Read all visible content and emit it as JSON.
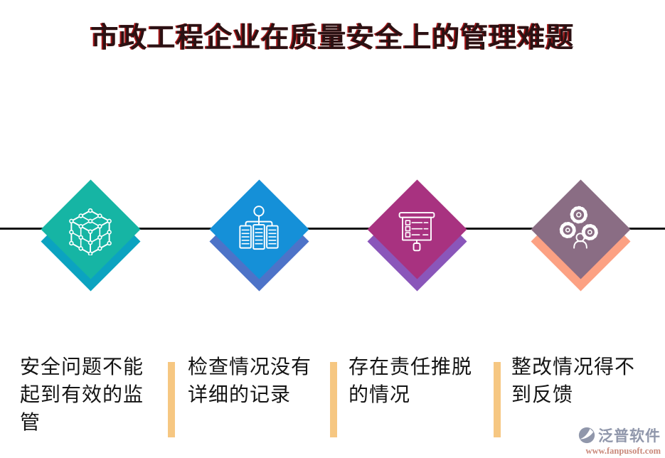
{
  "title": {
    "text": "市政工程企业在质量安全上的管理难题"
  },
  "colors": {
    "title_text": "#2b1113",
    "title_accent": "#a51717",
    "timeline": "#141414",
    "separator_bar": "#f6c782",
    "diamonds": [
      {
        "main": "#16b5a4",
        "shadow": "#0ba3c0"
      },
      {
        "main": "#1590d8",
        "shadow": "#4d73c8"
      },
      {
        "main": "#a83280",
        "shadow": "#8a56ba"
      },
      {
        "main": "#8a6d84",
        "shadow": "#fca183"
      }
    ]
  },
  "items": [
    {
      "icon": "cube-lattice-icon",
      "label": "安全问题不能\n起到有效的监\n管"
    },
    {
      "icon": "org-chart-icon",
      "label": "检查情况没有\n详细的记录"
    },
    {
      "icon": "presentation-board-icon",
      "label": "存在责任推脱\n的情况"
    },
    {
      "icon": "gears-collaboration-icon",
      "label": "整改情况得不\n到反馈"
    }
  ],
  "logo": {
    "name": "泛普软件",
    "url": "www.fanpusoft.com"
  }
}
